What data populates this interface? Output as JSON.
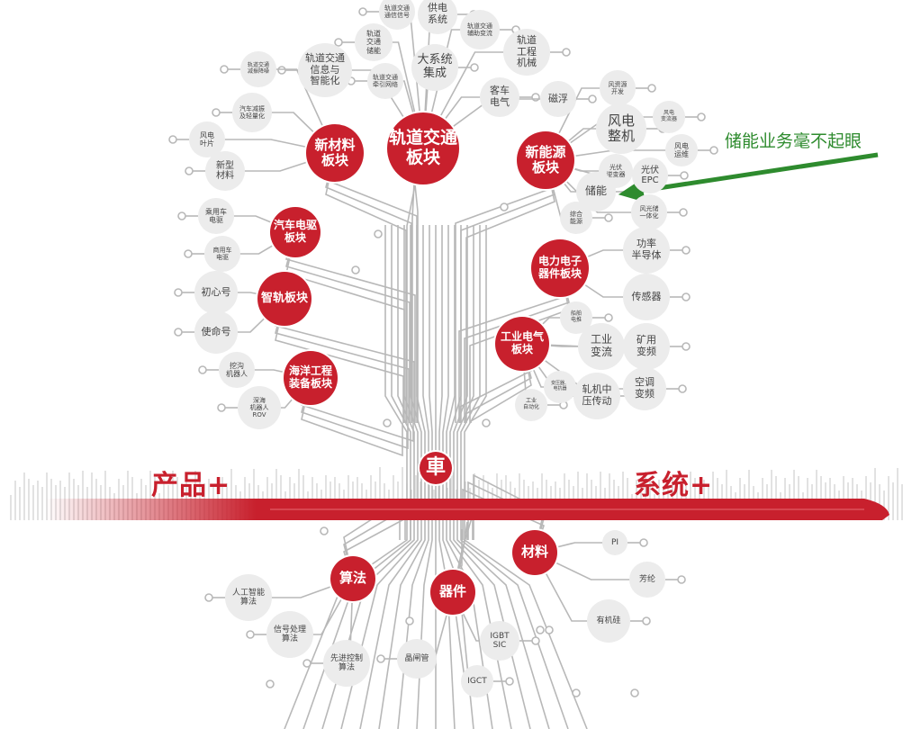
{
  "colors": {
    "red": "#c8202d",
    "gray_node": "#ececec",
    "wire": "#b8b8b8",
    "annotation": "#2e8b2e"
  },
  "annotation": {
    "text": "储能业务毫不起眼",
    "target": "储能"
  },
  "banner": {
    "left": "产品+",
    "right": "系统+",
    "logo": "車"
  },
  "sectors": [
    {
      "id": "rail",
      "label": "轨道交通\n板块"
    },
    {
      "id": "newmat",
      "label": "新材料\n板块"
    },
    {
      "id": "newenergy",
      "label": "新能源\n板块"
    },
    {
      "id": "auto",
      "label": "汽车电驱\n板块"
    },
    {
      "id": "smartrail",
      "label": "智轨板块"
    },
    {
      "id": "marine",
      "label": "海洋工程\n装备板块"
    },
    {
      "id": "power",
      "label": "电力电子\n器件板块"
    },
    {
      "id": "industrial",
      "label": "工业电气\n板块"
    },
    {
      "id": "algo",
      "label": "算法"
    },
    {
      "id": "device",
      "label": "器件"
    },
    {
      "id": "material",
      "label": "材料"
    }
  ],
  "items": [
    {
      "id": "g1",
      "parent": "rail",
      "label": "轨道交通\n通信信号"
    },
    {
      "id": "g2",
      "parent": "rail",
      "label": "供电\n系统"
    },
    {
      "id": "g3",
      "parent": "rail",
      "label": "轨道交通\n辅助变流"
    },
    {
      "id": "g4",
      "parent": "rail",
      "label": "轨道\n交通\n储能"
    },
    {
      "id": "g5",
      "parent": "rail",
      "label": "大系统\n集成"
    },
    {
      "id": "g6",
      "parent": "rail",
      "label": "轨道\n工程\n机械"
    },
    {
      "id": "g7",
      "parent": "rail",
      "label": "轨道交通\n信息与\n智能化"
    },
    {
      "id": "g8",
      "parent": "rail",
      "label": "轨道交通\n牵引网络"
    },
    {
      "id": "g9",
      "parent": "rail",
      "label": "客车\n电气"
    },
    {
      "id": "g10",
      "parent": "rail",
      "label": "磁浮"
    },
    {
      "id": "g11",
      "parent": "newmat",
      "label": "轨道交通\n减振降噪"
    },
    {
      "id": "g12",
      "parent": "newmat",
      "label": "汽车减振\n及轻量化"
    },
    {
      "id": "g13",
      "parent": "newmat",
      "label": "风电\n叶片"
    },
    {
      "id": "g14",
      "parent": "newmat",
      "label": "新型\n材料"
    },
    {
      "id": "g15",
      "parent": "auto",
      "label": "乘用车\n电驱"
    },
    {
      "id": "g16",
      "parent": "auto",
      "label": "商用车\n电驱"
    },
    {
      "id": "g17",
      "parent": "smartrail",
      "label": "初心号"
    },
    {
      "id": "g18",
      "parent": "smartrail",
      "label": "使命号"
    },
    {
      "id": "g19",
      "parent": "marine",
      "label": "挖沟\n机器人"
    },
    {
      "id": "g20",
      "parent": "marine",
      "label": "深海\n机器人\nROV"
    },
    {
      "id": "g21",
      "parent": "newenergy",
      "label": "风资源\n开发"
    },
    {
      "id": "g22",
      "parent": "newenergy",
      "label": "风电\n整机"
    },
    {
      "id": "g23",
      "parent": "newenergy",
      "label": "风电\n变流器"
    },
    {
      "id": "g24",
      "parent": "newenergy",
      "label": "风电\n运维"
    },
    {
      "id": "g25",
      "parent": "newenergy",
      "label": "光伏\n逆变器"
    },
    {
      "id": "g26",
      "parent": "newenergy",
      "label": "光伏\nEPC"
    },
    {
      "id": "g27",
      "parent": "newenergy",
      "label": "储能"
    },
    {
      "id": "g28",
      "parent": "newenergy",
      "label": "风光储\n一体化"
    },
    {
      "id": "g29",
      "parent": "newenergy",
      "label": "综合\n能源"
    },
    {
      "id": "g30",
      "parent": "power",
      "label": "功率\n半导体"
    },
    {
      "id": "g31",
      "parent": "power",
      "label": "传感器"
    },
    {
      "id": "g32",
      "parent": "industrial",
      "label": "船舶\n电推"
    },
    {
      "id": "g33",
      "parent": "industrial",
      "label": "工业\n变流"
    },
    {
      "id": "g34",
      "parent": "industrial",
      "label": "矿用\n变频"
    },
    {
      "id": "g35",
      "parent": "industrial",
      "label": "空调\n变频"
    },
    {
      "id": "g36",
      "parent": "industrial",
      "label": "变压器、\n电抗器"
    },
    {
      "id": "g37",
      "parent": "industrial",
      "label": "轧机中\n压传动"
    },
    {
      "id": "g38",
      "parent": "industrial",
      "label": "工业\n自动化"
    },
    {
      "id": "g39",
      "parent": "material",
      "label": "PI"
    },
    {
      "id": "g40",
      "parent": "material",
      "label": "芳纶"
    },
    {
      "id": "g41",
      "parent": "material",
      "label": "有机硅"
    },
    {
      "id": "g42",
      "parent": "algo",
      "label": "人工智能\n算法"
    },
    {
      "id": "g43",
      "parent": "algo",
      "label": "信号处理\n算法"
    },
    {
      "id": "g44",
      "parent": "algo",
      "label": "先进控制\n算法"
    },
    {
      "id": "g45",
      "parent": "device",
      "label": "晶闸管"
    },
    {
      "id": "g46",
      "parent": "device",
      "label": "IGBT\nSIC"
    },
    {
      "id": "g47",
      "parent": "device",
      "label": "IGCT"
    }
  ]
}
